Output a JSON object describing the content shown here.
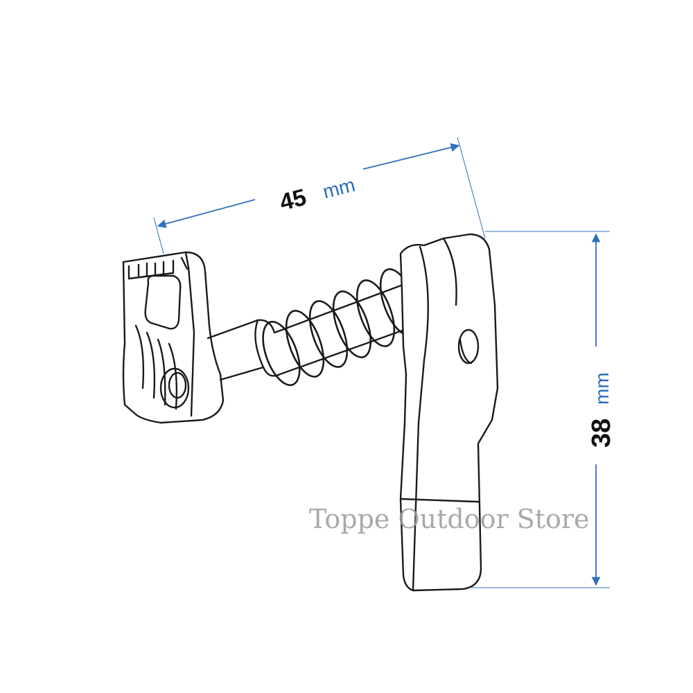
{
  "dimensions": {
    "width": {
      "value": "45",
      "unit": "mm"
    },
    "height": {
      "value": "38",
      "unit": "mm"
    }
  },
  "watermark": "Toppe Outdoor Store",
  "colors": {
    "dimension_line": "#2f6fbd",
    "drawing": "#1a1a1a",
    "watermark": "#9a9a9a"
  }
}
